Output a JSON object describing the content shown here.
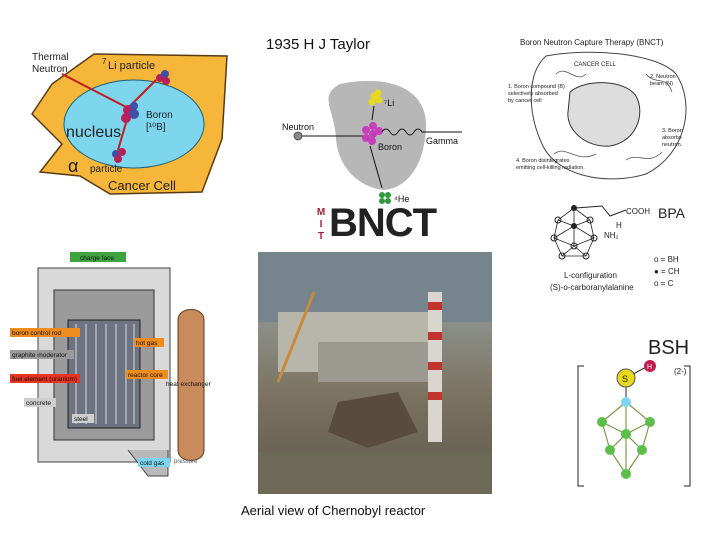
{
  "title": "1935   H J Taylor",
  "caption": "Aerial view of Chernobyl reactor",
  "cancer_cell": {
    "thermal_neutron": "Thermal\nNeutron",
    "li_particle": "Li particle",
    "li_mass": "7",
    "boron": "Boron",
    "boron_isotope": "[¹⁰B]",
    "nucleus": "nucleus",
    "alpha_symbol": "α",
    "alpha_particle": "particle",
    "cancer_cell": "Cancer Cell"
  },
  "reaction": {
    "li": "⁷Li",
    "neutron": "Neutron",
    "boron": "Boron",
    "gamma": "Gamma",
    "he": "⁴He"
  },
  "bnct_therapy": {
    "title": "Boron Neutron Capture Therapy (BNCT)",
    "cancer_cell": "CANCER CELL",
    "step1": "1. Boron compound (B) selectively absorbed by cancer cell",
    "step2": "2. Neutron beam (N)",
    "step3": "3. Boron absorbs neutron.",
    "step4": "4. Boron disintegrates emitting cell-killing radiation."
  },
  "mit_logo": {
    "letters": [
      "M",
      "I",
      "T"
    ],
    "word": "BNCT"
  },
  "reactor": {
    "charge_face": "charge face",
    "boron_control_rod": "boron control rod",
    "hot_gas": "hot gas",
    "graphite_moderator": "graphite moderator",
    "reactor_core": "reactor core",
    "fuel_element": "fuel element (uranium)",
    "heat_exchanger": "heat exchanger",
    "concrete": "concrete",
    "steel": "steel",
    "cold_gas": "cold gas",
    "pressure": "pressure"
  },
  "bpa": {
    "title": "BPA",
    "cooh": "COOH",
    "h": "H",
    "nh2": "NH₂",
    "legend1": "o = BH",
    "legend2": "● = CH",
    "legend3": "o = C",
    "config": "L-configuration",
    "name": "(S)-o-carboranylalanine"
  },
  "bsh": {
    "title": "BSH",
    "s": "S",
    "h": "H",
    "charge": "(2-)"
  },
  "colors": {
    "cell_fill": "#f5b63a",
    "nucleus_fill": "#7dd6ee",
    "label_green": "#3fa43f",
    "label_orange": "#f08c1e",
    "label_red": "#e8331f",
    "mit_red": "#a31f34"
  }
}
